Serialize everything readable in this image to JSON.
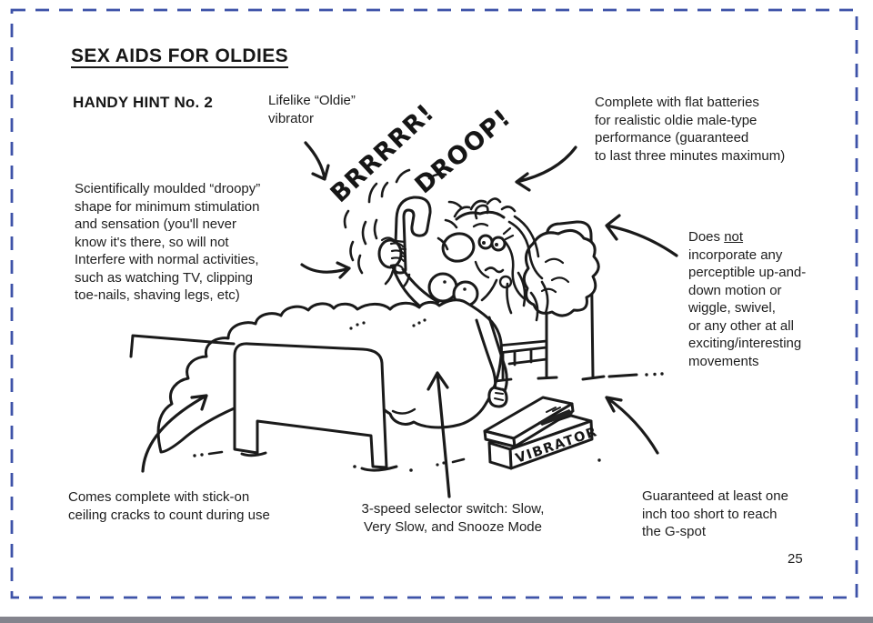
{
  "page": {
    "title": "SEX AIDS FOR OLDIES",
    "subtitle": "HANDY HINT No. 2",
    "page_number": "25"
  },
  "callouts": {
    "vibrator_label": "Lifelike “Oldie”\nvibrator",
    "batteries": "Complete with flat batteries\nfor realistic oldie male-type\nperformance (guaranteed\nto last three minutes maximum)",
    "droopy": "Scientifically moulded “droopy”\nshape for minimum stimulation\nand sensation (you'll never\nknow it's there, so will not\nInterfere with normal activities,\nsuch as watching TV, clipping\ntoe-nails, shaving legs, etc)",
    "does_not": {
      "prefix": "Does ",
      "underlined": "not",
      "rest": "\nincorporate any\nperceptible up-and-\ndown motion or\nwiggle, swivel,\nor any other at all\nexciting/interesting\nmovements"
    },
    "ceiling_cracks": "Comes complete with stick-on\nceiling cracks to count during use",
    "selector": "3-speed selector switch: Slow,\nVery Slow, and Snooze Mode",
    "g_spot": "Guaranteed at least one\ninch too short to reach\nthe G-spot"
  },
  "cartoon": {
    "sfx_1": "BRRRRR!",
    "sfx_2": "DROOP!",
    "box_label": "VIBRATOR"
  },
  "colors": {
    "border": "#3d52a8",
    "ink": "#1a1a1a"
  }
}
